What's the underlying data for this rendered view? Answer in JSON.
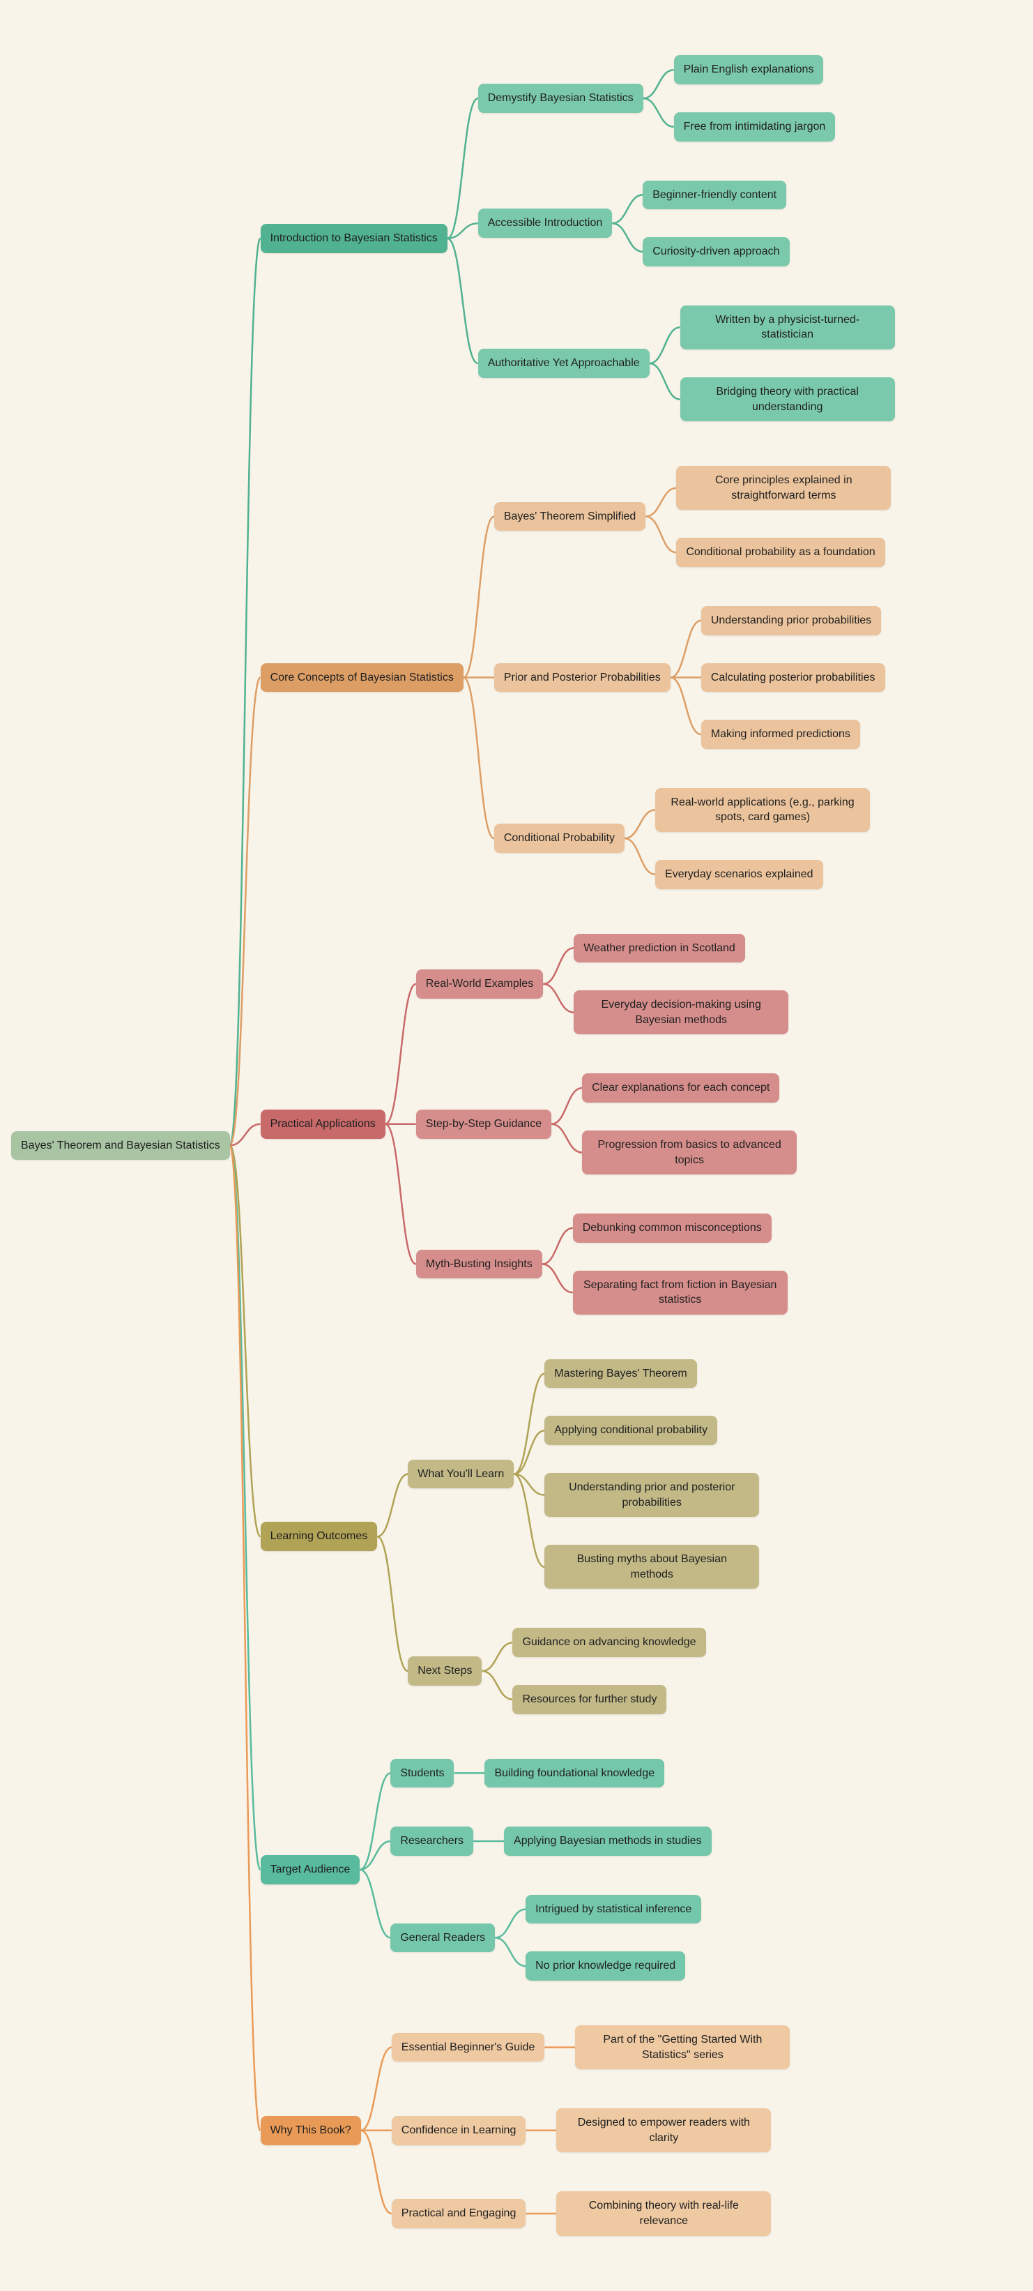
{
  "canvas": {
    "background": "#f9f4e9",
    "text_color": "#1f1f1f"
  },
  "root": {
    "label": "Bayes' Theorem and Bayesian Statistics",
    "bg": "#a9c4a3"
  },
  "branches": [
    {
      "label": "Introduction to Bayesian Statistics",
      "colors": {
        "main": "#50b290",
        "child": "#7bc9ac",
        "line": "#50b290"
      },
      "children": [
        {
          "label": "Demystify Bayesian Statistics",
          "children": [
            {
              "label": "Plain English explanations"
            },
            {
              "label": "Free from intimidating jargon"
            }
          ]
        },
        {
          "label": "Accessible Introduction",
          "children": [
            {
              "label": "Beginner-friendly content"
            },
            {
              "label": "Curiosity-driven approach"
            }
          ]
        },
        {
          "label": "Authoritative Yet Approachable",
          "children": [
            {
              "label": "Written by a physicist-turned-statistician"
            },
            {
              "label": "Bridging theory with practical understanding"
            }
          ]
        }
      ]
    },
    {
      "label": "Core Concepts of Bayesian Statistics",
      "colors": {
        "main": "#dd9e66",
        "child": "#ebc49d",
        "line": "#dd9e66"
      },
      "children": [
        {
          "label": "Bayes' Theorem Simplified",
          "children": [
            {
              "label": "Core principles explained in straightforward terms"
            },
            {
              "label": "Conditional probability as a foundation"
            }
          ]
        },
        {
          "label": "Prior and Posterior Probabilities",
          "children": [
            {
              "label": "Understanding prior probabilities"
            },
            {
              "label": "Calculating posterior probabilities"
            },
            {
              "label": "Making informed predictions"
            }
          ]
        },
        {
          "label": "Conditional Probability",
          "children": [
            {
              "label": "Real-world applications (e.g., parking spots, card games)"
            },
            {
              "label": "Everyday scenarios explained"
            }
          ]
        }
      ]
    },
    {
      "label": "Practical Applications",
      "colors": {
        "main": "#c8696a",
        "child": "#d68e8c",
        "line": "#c8696a"
      },
      "children": [
        {
          "label": "Real-World Examples",
          "children": [
            {
              "label": "Weather prediction in Scotland"
            },
            {
              "label": "Everyday decision-making using Bayesian methods"
            }
          ]
        },
        {
          "label": "Step-by-Step Guidance",
          "children": [
            {
              "label": "Clear explanations for each concept"
            },
            {
              "label": "Progression from basics to advanced topics"
            }
          ]
        },
        {
          "label": "Myth-Busting Insights",
          "children": [
            {
              "label": "Debunking common misconceptions"
            },
            {
              "label": "Separating fact from fiction in Bayesian statistics"
            }
          ]
        }
      ]
    },
    {
      "label": "Learning Outcomes",
      "colors": {
        "main": "#b0a356",
        "child": "#c2b987",
        "line": "#b0a356"
      },
      "children": [
        {
          "label": "What You'll Learn",
          "children": [
            {
              "label": "Mastering Bayes' Theorem"
            },
            {
              "label": "Applying conditional probability"
            },
            {
              "label": "Understanding prior and posterior probabilities"
            },
            {
              "label": "Busting myths about Bayesian methods"
            }
          ]
        },
        {
          "label": "Next Steps",
          "children": [
            {
              "label": "Guidance on advancing knowledge"
            },
            {
              "label": "Resources for further study"
            }
          ]
        }
      ]
    },
    {
      "label": "Target Audience",
      "colors": {
        "main": "#58bb9d",
        "child": "#75c7ab",
        "line": "#58bb9d"
      },
      "children": [
        {
          "label": "Students",
          "children": [
            {
              "label": "Building foundational knowledge"
            }
          ]
        },
        {
          "label": "Researchers",
          "children": [
            {
              "label": "Applying Bayesian methods in studies"
            }
          ]
        },
        {
          "label": "General Readers",
          "children": [
            {
              "label": "Intrigued by statistical inference"
            },
            {
              "label": "No prior knowledge required"
            }
          ]
        }
      ]
    },
    {
      "label": "Why This Book?",
      "colors": {
        "main": "#ea9a57",
        "child": "#eec9a2",
        "line": "#ea9a57"
      },
      "children": [
        {
          "label": "Essential Beginner's Guide",
          "children": [
            {
              "label": "Part of the \"Getting Started With Statistics\" series"
            }
          ]
        },
        {
          "label": "Confidence in Learning",
          "children": [
            {
              "label": "Designed to empower readers with clarity"
            }
          ]
        },
        {
          "label": "Practical and Engaging",
          "children": [
            {
              "label": "Combining theory with real-life relevance"
            }
          ]
        }
      ]
    }
  ]
}
